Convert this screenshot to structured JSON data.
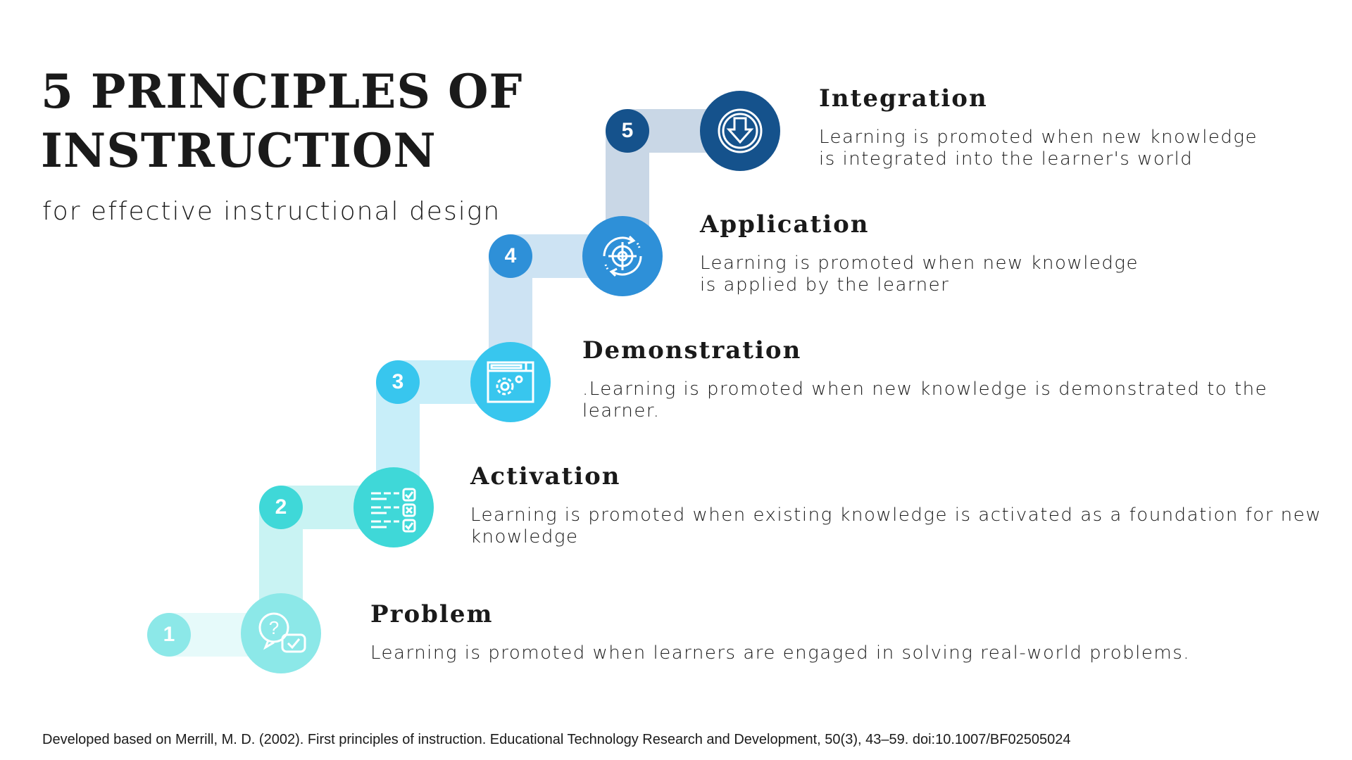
{
  "title_line1": "5 PRINCIPLES OF",
  "title_line2": "INSTRUCTION",
  "subtitle": "for effective instructional design",
  "steps": [
    {
      "number": "1",
      "heading": "Problem",
      "desc_lines": [
        "Learning is promoted when learners are engaged in solving real-world problems."
      ],
      "icon": "question-chat-icon",
      "color": "#8ce8e8",
      "band": "#e6fafa"
    },
    {
      "number": "2",
      "heading": "Activation",
      "desc_lines": [
        "Learning is promoted when existing knowledge is activated as a foundation for new",
        "knowledge"
      ],
      "icon": "checklist-icon",
      "color": "#3fd8d8",
      "band": "#c9f3f3"
    },
    {
      "number": "3",
      "heading": "Demonstration",
      "desc_lines": [
        ".Learning is promoted when new knowledge is demonstrated to the",
        "learner."
      ],
      "icon": "browser-gear-icon",
      "color": "#38c6ee",
      "band": "#c8eef9"
    },
    {
      "number": "4",
      "heading": "Application",
      "desc_lines": [
        "Learning is promoted when new knowledge",
        "is applied by the learner"
      ],
      "icon": "target-cycle-icon",
      "color": "#2e90d8",
      "band": "#cde3f3"
    },
    {
      "number": "5",
      "heading": "Integration",
      "desc_lines": [
        "Learning is promoted when new knowledge",
        "is integrated into the learner's world"
      ],
      "icon": "download-badge-icon",
      "color": "#15528c",
      "band": "#c9d7e6"
    }
  ],
  "footer": "Developed based on Merrill, M. D. (2002). First principles of instruction. Educational Technology Research and Development, 50(3), 43–59. doi:10.1007/BF02505024"
}
